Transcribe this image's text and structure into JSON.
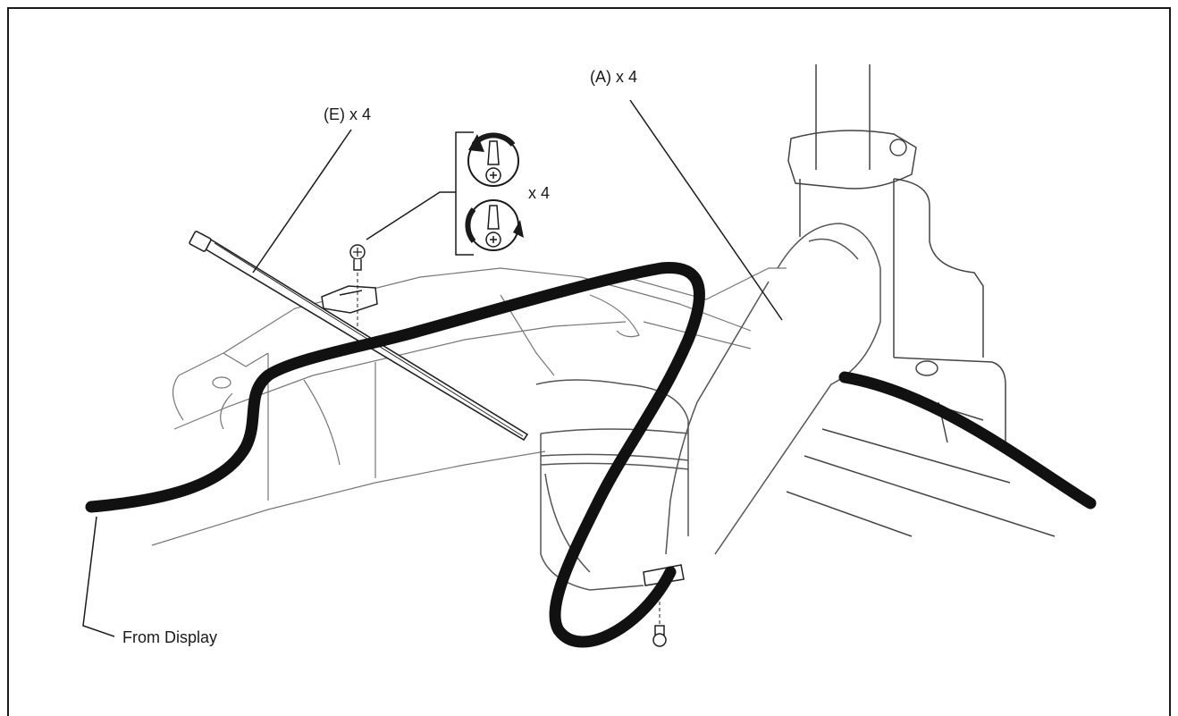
{
  "callouts": {
    "part_a": "(A) x 4",
    "part_e": "(E) x 4",
    "screw_qty": "x 4",
    "from_display": "From Display"
  },
  "icons": {
    "loosen": "counterclockwise-screwdriver-icon",
    "tighten": "clockwise-screwdriver-icon"
  },
  "colors": {
    "ink": "#1a1a1a",
    "cable": "#111111",
    "background": "#ffffff"
  }
}
